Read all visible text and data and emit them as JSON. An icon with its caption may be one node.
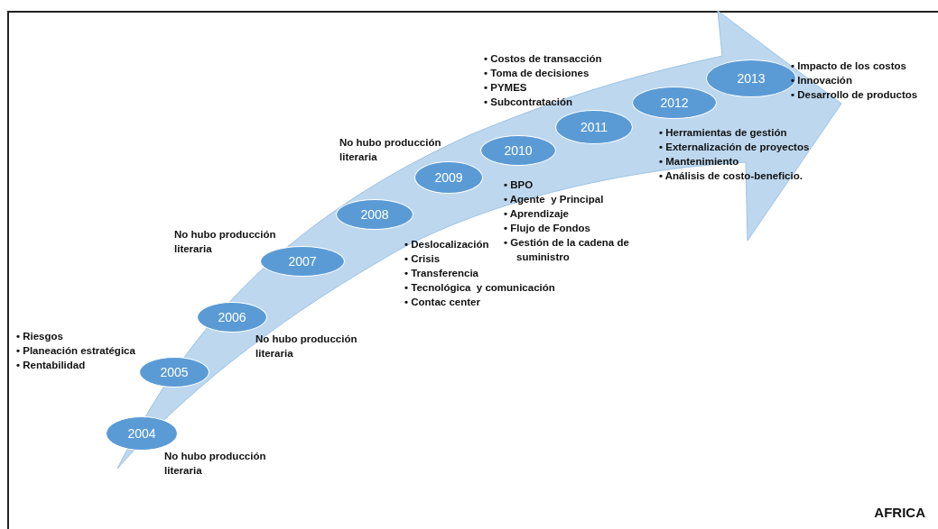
{
  "diagram": {
    "nodes": [
      {
        "text": [
          "2004"
        ],
        "beside": [
          "No hubo producción literaria"
        ]
      },
      {
        "text": [
          "2005"
        ],
        "beside": [
          "• Riesgos",
          "• Planeación estratégica",
          "• Rentabilidad"
        ]
      },
      {
        "text": [
          "2006"
        ],
        "beside": [
          "No hubo producción literaria"
        ]
      },
      {
        "text": [
          "2007"
        ],
        "beside": [
          "No hubo producción literaria"
        ]
      },
      {
        "text": [
          "2008"
        ],
        "beside": [
          "• Deslocalización",
          "• Crisis",
          "• Transferencia",
          "• Tecnológica  y comunicación",
          "• Contac center"
        ]
      },
      {
        "text": [
          "2009"
        ],
        "beside": [
          "No hubo producción literaria"
        ]
      },
      {
        "text": [
          "2010"
        ],
        "beside": [
          "• BPO",
          "• Agente  y Principal",
          "• Aprendizaje",
          "• Flujo de Fondos",
          "• Gestión de la cadena de suministro"
        ]
      },
      {
        "text": [
          "2011"
        ],
        "beside": [
          "• Costos de transacción",
          "• Toma de decisiones",
          "• PYMES",
          "• Subcontratación"
        ]
      },
      {
        "text": [
          "2012"
        ],
        "beside": [
          "• Herramientas de gestión",
          "• Externalización de proyectos",
          "• Mantenimiento",
          "• Análisis de costo-beneficio."
        ]
      },
      {
        "text": [
          "2013"
        ],
        "beside": [
          "• Impacto de los costos",
          "• Innovación",
          "• Desarrollo de productos"
        ]
      }
    ],
    "labels": [
      "AFRICA"
    ]
  }
}
